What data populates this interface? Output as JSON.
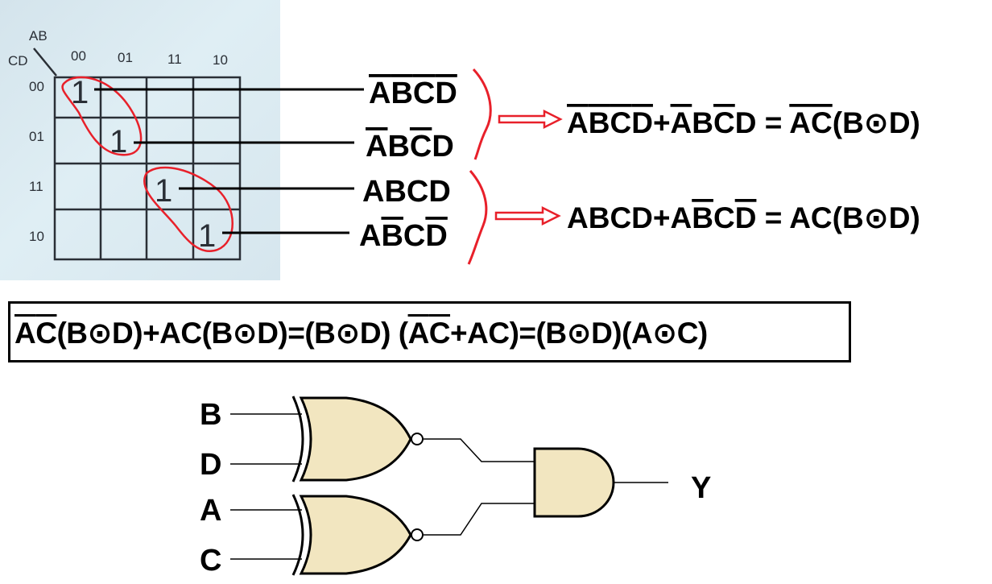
{
  "kmap": {
    "row_var": "CD",
    "col_var": "AB",
    "col_labels": [
      "00",
      "01",
      "11",
      "10"
    ],
    "row_labels": [
      "00",
      "01",
      "11",
      "10"
    ],
    "ones": [
      {
        "row": 0,
        "col": 0,
        "value": "1"
      },
      {
        "row": 1,
        "col": 1,
        "value": "1"
      },
      {
        "row": 2,
        "col": 2,
        "value": "1"
      },
      {
        "row": 3,
        "col": 3,
        "value": "1"
      }
    ]
  },
  "minterms": [
    [
      {
        "t": "A",
        "bar": true
      },
      {
        "t": "B",
        "bar": true
      },
      {
        "t": "C",
        "bar": true
      },
      {
        "t": "D",
        "bar": true
      }
    ],
    [
      {
        "t": "A",
        "bar": true
      },
      {
        "t": "B",
        "bar": false
      },
      {
        "t": "C",
        "bar": true
      },
      {
        "t": "D",
        "bar": false
      }
    ],
    [
      {
        "t": "A",
        "bar": false
      },
      {
        "t": "B",
        "bar": false
      },
      {
        "t": "C",
        "bar": false
      },
      {
        "t": "D",
        "bar": false
      }
    ],
    [
      {
        "t": "A",
        "bar": false
      },
      {
        "t": "B",
        "bar": true
      },
      {
        "t": "C",
        "bar": false
      },
      {
        "t": "D",
        "bar": true
      }
    ]
  ],
  "simplifications": [
    [
      {
        "t": "A",
        "bar": true
      },
      {
        "t": "B",
        "bar": true
      },
      {
        "t": "C",
        "bar": true
      },
      {
        "t": "D",
        "bar": true
      },
      {
        "t": "+"
      },
      {
        "t": "A",
        "bar": true
      },
      {
        "t": "B"
      },
      {
        "t": "C",
        "bar": true
      },
      {
        "t": "D"
      },
      {
        "t": " = "
      },
      {
        "t": "A",
        "bar": true
      },
      {
        "t": "C",
        "bar": true
      },
      {
        "t": "(B"
      },
      {
        "t": "⊙"
      },
      {
        "t": "D)"
      }
    ],
    [
      {
        "t": "ABCD+A"
      },
      {
        "t": "B",
        "bar": true
      },
      {
        "t": "C"
      },
      {
        "t": "D",
        "bar": true
      },
      {
        "t": " = AC(B"
      },
      {
        "t": "⊙"
      },
      {
        "t": "D)"
      }
    ]
  ],
  "final_expression": [
    {
      "t": "A",
      "bar": true
    },
    {
      "t": "C",
      "bar": true
    },
    {
      "t": "(B"
    },
    {
      "t": "⊙"
    },
    {
      "t": "D)+AC(B"
    },
    {
      "t": "⊙"
    },
    {
      "t": "D)=(B"
    },
    {
      "t": "⊙"
    },
    {
      "t": "D) ("
    },
    {
      "t": "A",
      "bar": true
    },
    {
      "t": "C",
      "bar": true
    },
    {
      "t": "+AC)=(B"
    },
    {
      "t": "⊙"
    },
    {
      "t": "D)(A"
    },
    {
      "t": "⊙"
    },
    {
      "t": "C)"
    }
  ],
  "circuit": {
    "inputs": [
      "B",
      "D",
      "A",
      "C"
    ],
    "output": "Y"
  },
  "colors": {
    "annotation": "#e8202a",
    "gate_fill": "#f2e6c0",
    "grid": "#2a2f36"
  }
}
